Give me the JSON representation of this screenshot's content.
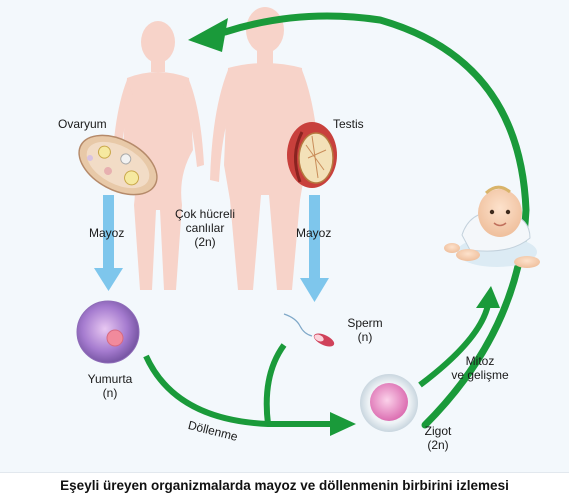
{
  "labels": {
    "ovaryum": "Ovaryum",
    "testis": "Testis",
    "mayoz_left": "Mayoz",
    "mayoz_right": "Mayoz",
    "cok_hucreli_line1": "Çok hücreli",
    "cok_hucreli_line2": "canlılar",
    "cok_hucreli_line3": "(2n)",
    "sperm_line1": "Sperm",
    "sperm_line2": "(n)",
    "yumurta_line1": "Yumurta",
    "yumurta_line2": "(n)",
    "zigot_line1": "Zigot",
    "zigot_line2": "(2n)",
    "mitoz_line1": "Mitoz",
    "mitoz_line2": "ve gelişme",
    "dollenme": "Döllenme"
  },
  "caption": "Eşeyli üreyen organizmalarda mayoz ve döllenmenin birbirini izlemesi",
  "colors": {
    "cycle_arrow": "#1a9a3a",
    "mayoz_arrow": "#7ec6ec",
    "body": "#f6d2c8",
    "egg": "#b68ad0",
    "zygote": "#e990c4"
  }
}
